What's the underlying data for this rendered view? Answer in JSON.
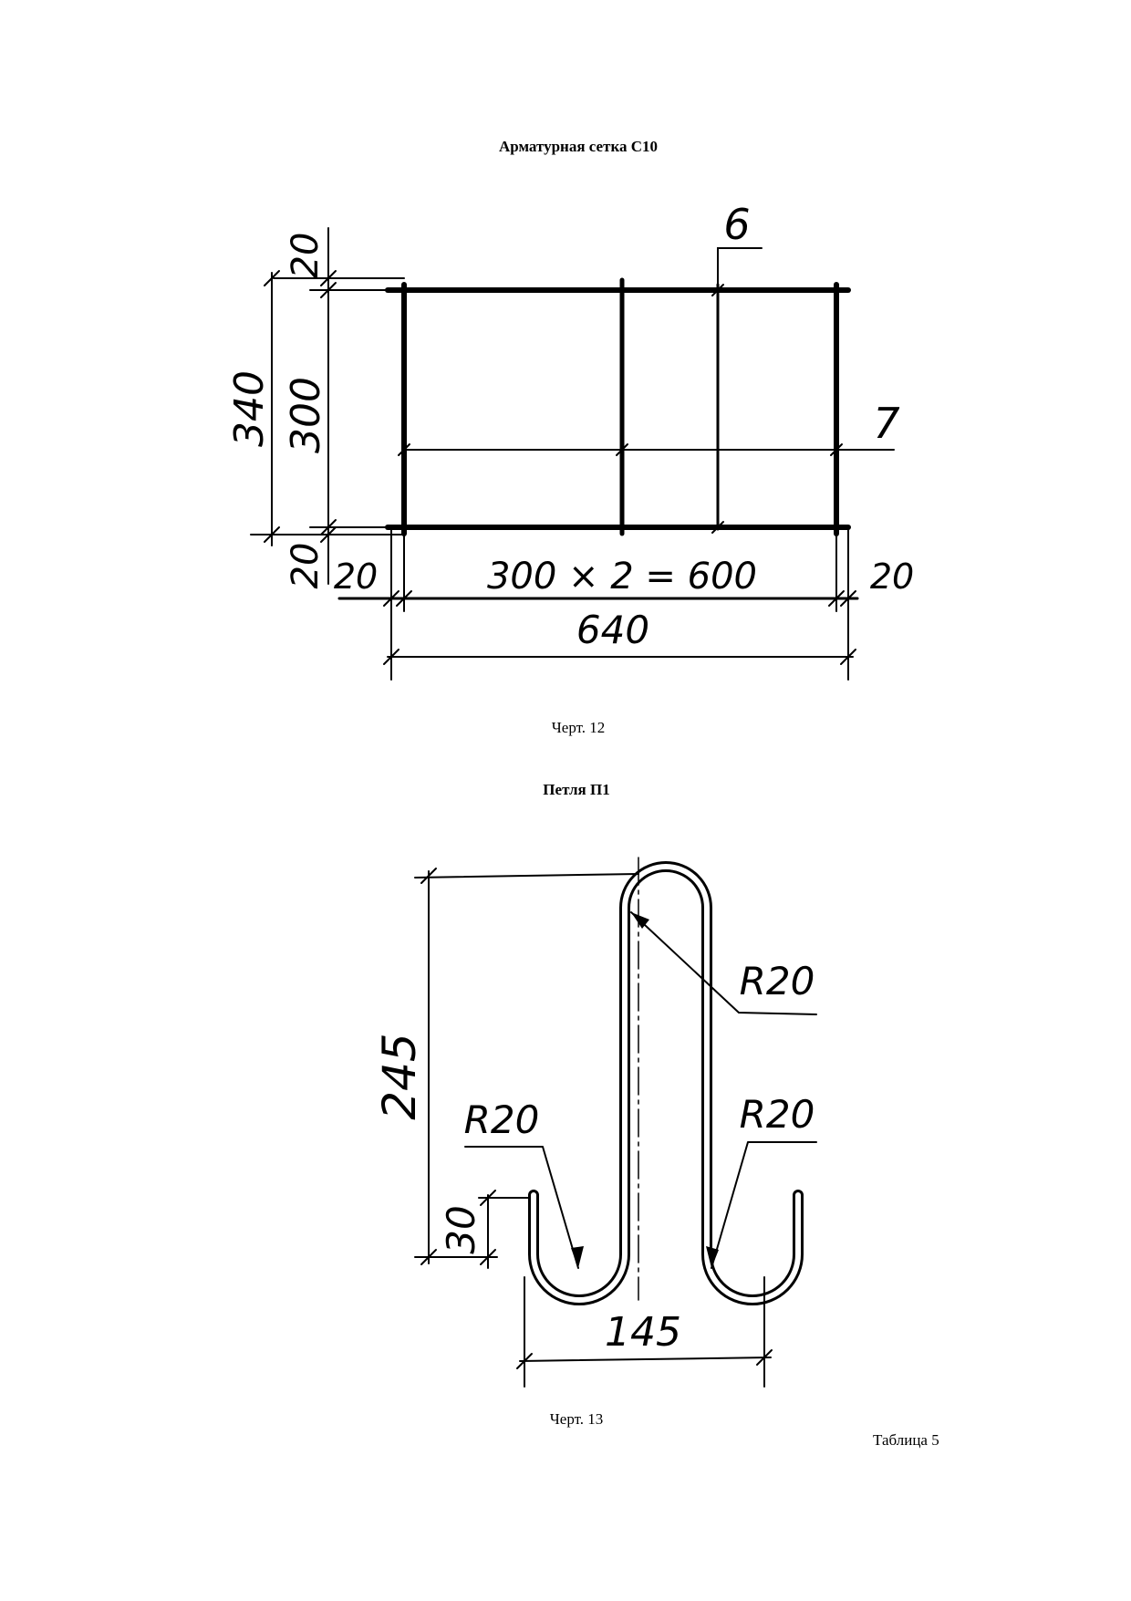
{
  "figure12": {
    "title": "Арматурная сетка С10",
    "caption": "Черт. 12",
    "labels": {
      "top_offset": "20",
      "bottom_offset": "20",
      "total_height": "340",
      "inner_height": "300",
      "left_offset": "20",
      "right_offset": "20",
      "spacing": "300 × 2 = 600",
      "total_width": "640",
      "callout_6": "6",
      "callout_7": "7"
    }
  },
  "figure13": {
    "title": "Петля П1",
    "caption": "Черт. 13",
    "labels": {
      "height": "245",
      "hook": "30",
      "width": "145",
      "radius_top": "R20",
      "radius_left": "R20",
      "radius_right": "R20"
    }
  },
  "table_caption": "Таблица 5"
}
